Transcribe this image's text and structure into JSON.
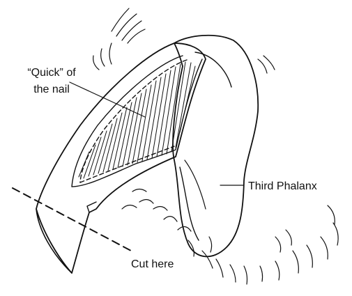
{
  "labels": {
    "quick_line1": "“Quick” of",
    "quick_line2": "the nail",
    "third_phalanx": "Third Phalanx",
    "cut_here": "Cut here"
  },
  "colors": {
    "ink": "#111111",
    "background": "#ffffff"
  }
}
